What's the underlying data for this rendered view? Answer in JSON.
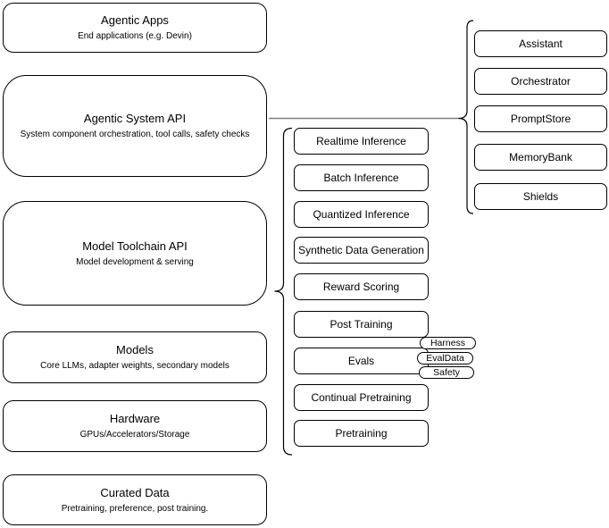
{
  "diagram": {
    "stack": [
      {
        "title": "Agentic Apps",
        "subtitle": "End applications (e.g. Devin)"
      },
      {
        "title": "Agentic System API",
        "subtitle": "System component orchestration, tool calls, safety checks"
      },
      {
        "title": "Model Toolchain API",
        "subtitle": "Model development & serving"
      },
      {
        "title": "Models",
        "subtitle": "Core LLMs, adapter weights, secondary models"
      },
      {
        "title": "Hardware",
        "subtitle": "GPUs/Accelerators/Storage"
      },
      {
        "title": "Curated Data",
        "subtitle": "Pretraining, preference, post training."
      }
    ],
    "toolchain_services": [
      "Realtime Inference",
      "Batch Inference",
      "Quantized Inference",
      "Synthetic Data Generation",
      "Reward Scoring",
      "Post Training",
      "Evals",
      "Continual Pretraining",
      "Pretraining"
    ],
    "eval_tags": [
      "Harness",
      "EvalData",
      "Safety"
    ],
    "system_components": [
      "Assistant",
      "Orchestrator",
      "PromptStore",
      "MemoryBank",
      "Shields"
    ],
    "colors": {
      "node_border": "#000000",
      "node_fill": "#ffffff",
      "connector": "#808080",
      "text": "#000000",
      "background": "#ffffff"
    }
  }
}
